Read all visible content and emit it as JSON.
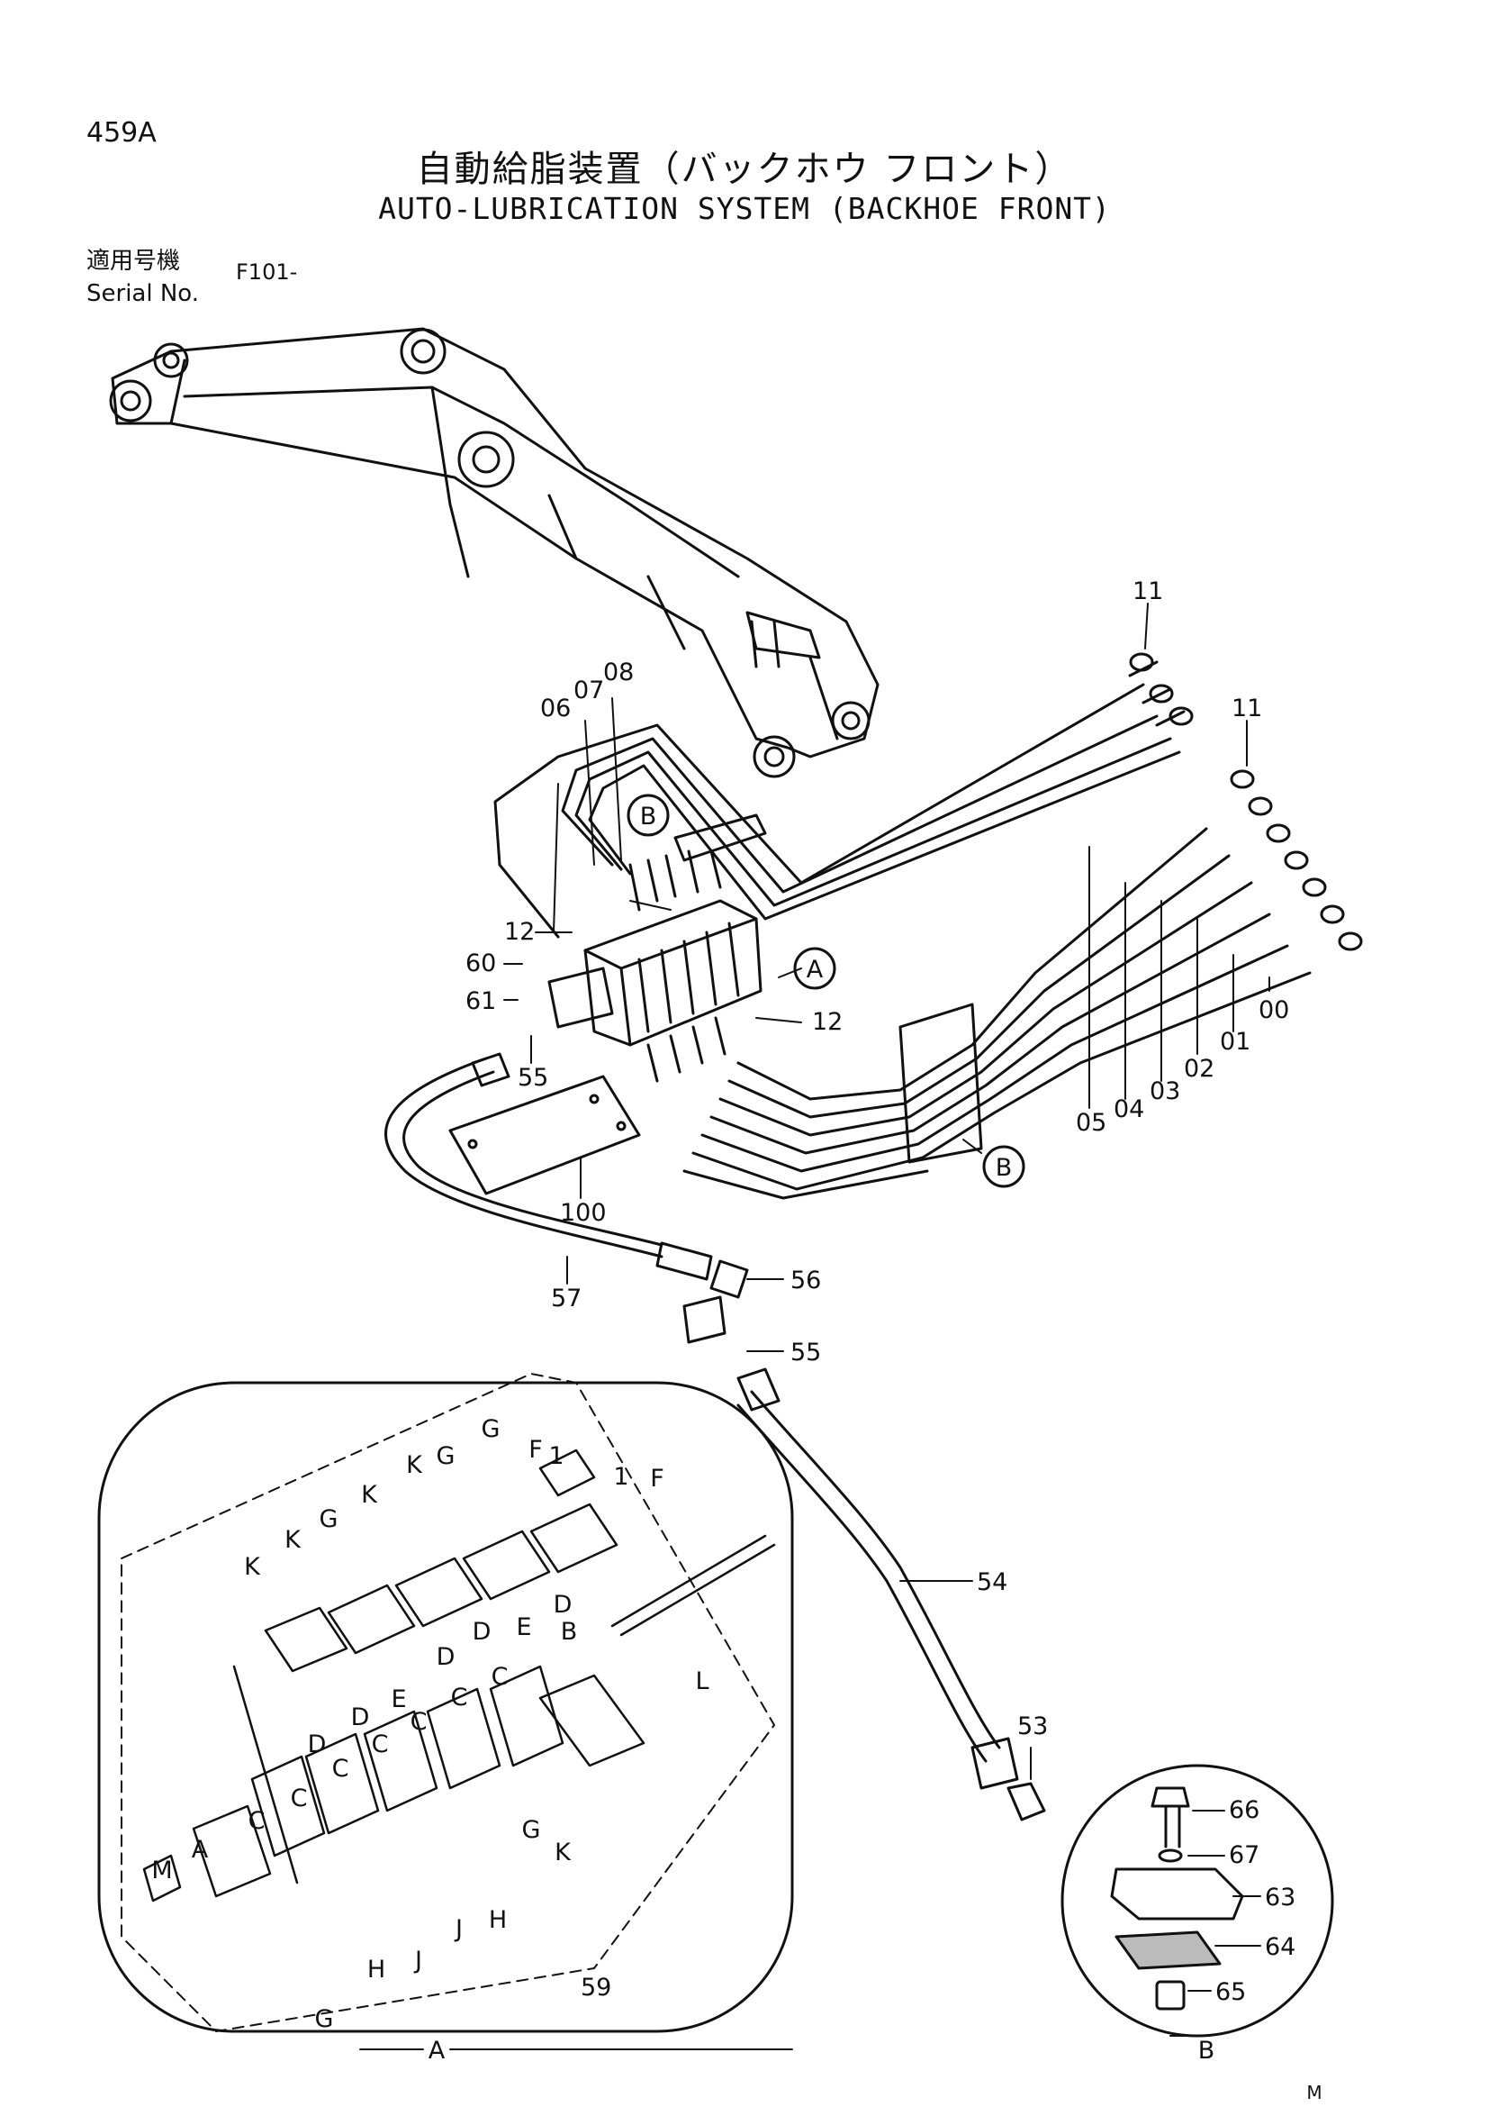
{
  "header": {
    "page_id": "459A",
    "title_jp": "自動給脂装置（バックホウ フロント）",
    "title_en": "AUTO-LUBRICATION SYSTEM (BACKHOE FRONT)",
    "serial_label_jp": "適用号機",
    "serial_label_en": "Serial No.",
    "serial_value": "F101-"
  },
  "labels": {
    "p11a": "11",
    "p11b": "11",
    "p06": "06",
    "p07": "07",
    "p08": "08",
    "p12a": "12",
    "p12b": "12",
    "p60": "60",
    "p61": "61",
    "p55a": "55",
    "p55b": "55",
    "p05": "05",
    "p04": "04",
    "p03": "03",
    "p02": "02",
    "p01": "01",
    "p00": "00",
    "p100": "100",
    "p57": "57",
    "p56": "56",
    "p54": "54",
    "p53": "53",
    "p59": "59",
    "p66": "66",
    "p67": "67",
    "p63": "63",
    "p64": "64",
    "p65": "65",
    "callout_a": "A",
    "callout_b1": "B",
    "callout_b2": "B",
    "detail_a": "A",
    "detail_b": "B",
    "mark": "M",
    "valves": {
      "G1": "G",
      "G2": "G",
      "G3": "G",
      "G4": "G",
      "G5": "G",
      "K1": "K",
      "K2": "K",
      "K3": "K",
      "K4": "K",
      "K5": "K",
      "F1": "F",
      "F2": "F",
      "one1": "1",
      "one2": "1",
      "D1": "D",
      "D2": "D",
      "D3": "D",
      "D4": "D",
      "D5": "D",
      "E1": "E",
      "E2": "E",
      "C1": "C",
      "C2": "C",
      "C3": "C",
      "C4": "C",
      "C5": "C",
      "C6": "C",
      "C7": "C",
      "B": "B",
      "L": "L",
      "A": "A",
      "M": "M",
      "H1": "H",
      "H2": "H",
      "J1": "J",
      "J2": "J"
    }
  }
}
